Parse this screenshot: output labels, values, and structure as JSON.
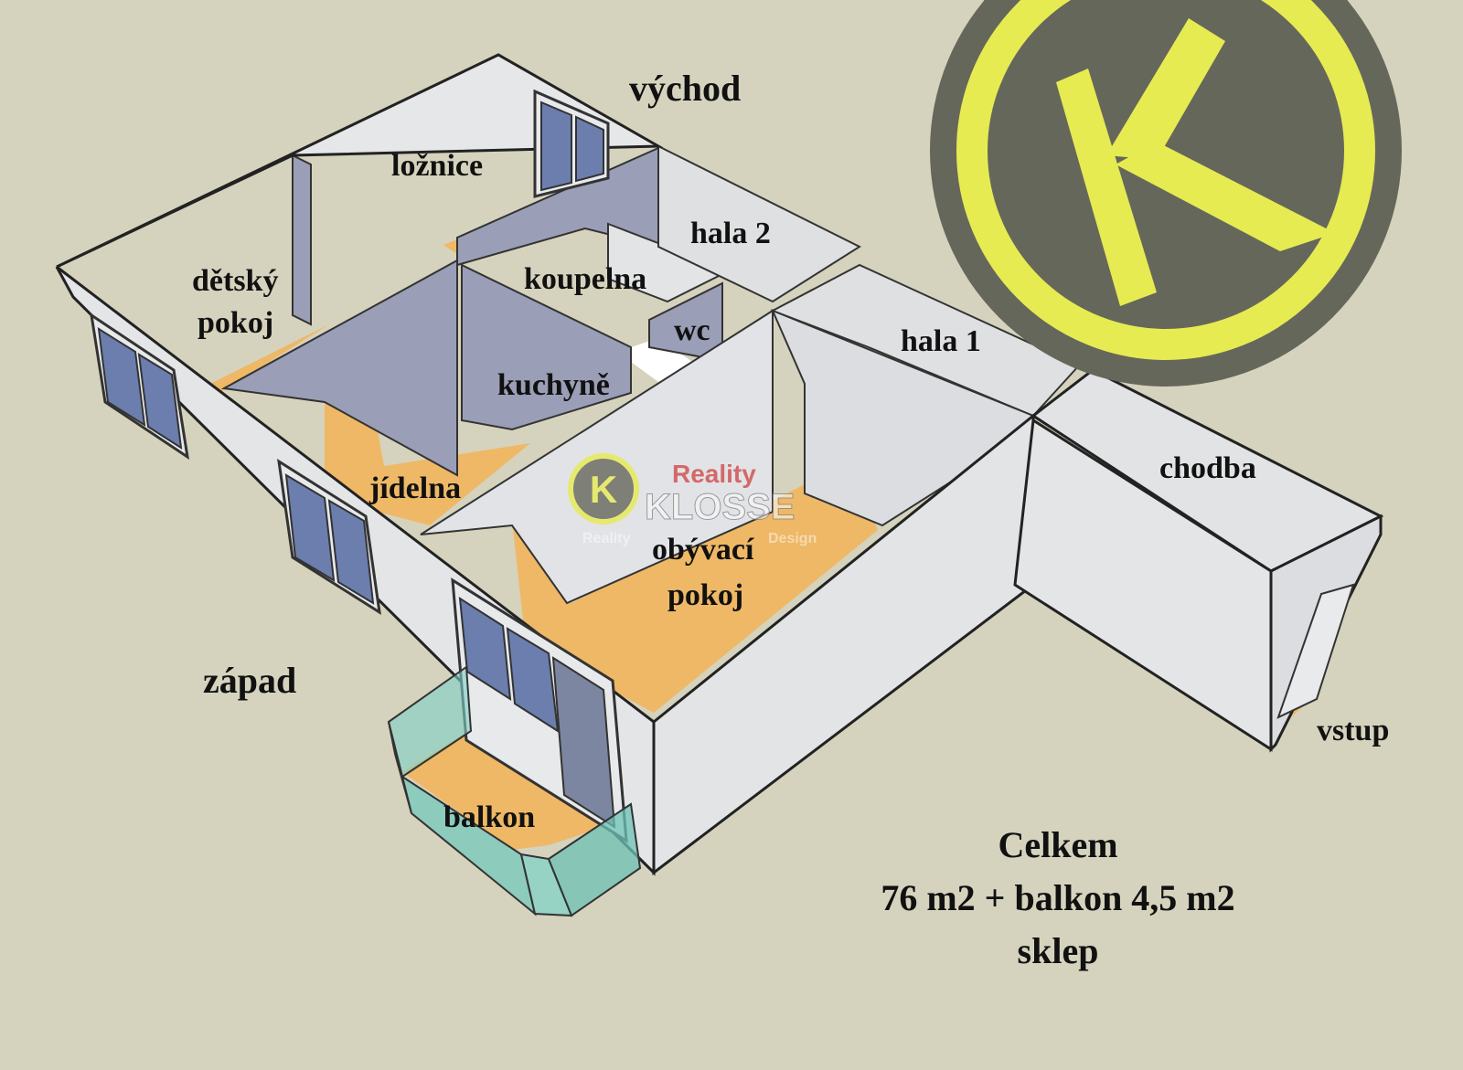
{
  "directions": {
    "east": "východ",
    "west": "západ"
  },
  "rooms": {
    "loznice": "ložnice",
    "hala2": "hala 2",
    "detsky_1": "dětský",
    "detsky_2": "pokoj",
    "koupelna": "koupelna",
    "wc": "wc",
    "kuchyne": "kuchyně",
    "hala1": "hala 1",
    "jidelna": "jídelna",
    "chodba": "chodba",
    "obyvaci_1": "obývací",
    "obyvaci_2": "pokoj",
    "balkon": "balkon",
    "vstup": "vstup"
  },
  "summary": {
    "line1": "Celkem",
    "line2": "76 m2 + balkon 4,5 m2",
    "line3": "sklep"
  },
  "logo": {
    "letter": "K"
  },
  "watermark": {
    "letter": "K",
    "brand_top": "Reality",
    "brand_main": "KLOSSE",
    "sub_left": "Reality",
    "sub_right": "Design"
  },
  "colors": {
    "background": "#d5d3bd",
    "floor": "#eeb866",
    "wall": "#dcdde0",
    "wall_dark": "#9a9eb6",
    "balcony_glass": "#7ed0c6",
    "logo_dark": "#66675b",
    "logo_yellow": "#e6eb52"
  }
}
